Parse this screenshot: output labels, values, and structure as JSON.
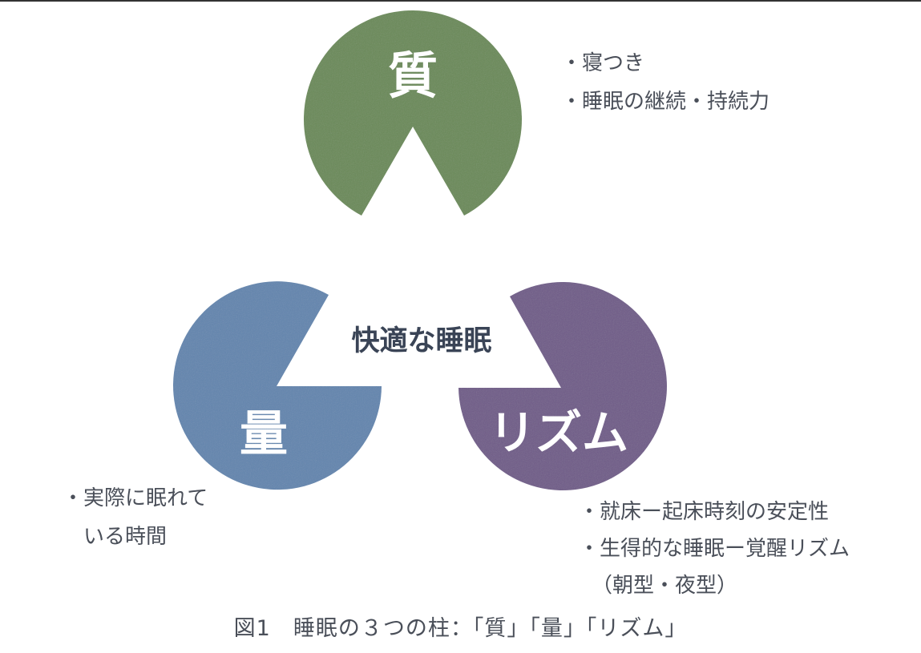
{
  "diagram": {
    "center_label": "快適な睡眠",
    "pillars": [
      {
        "label": "質",
        "color": "#6a8a58",
        "notes": [
          "・寝つき",
          "・睡眠の継続・持続力"
        ]
      },
      {
        "label": "量",
        "color": "#6285ae",
        "notes": [
          "・実際に眠れて",
          "いる時間"
        ]
      },
      {
        "label": "リズム",
        "color": "#6f5c88",
        "notes": [
          "・就床ー起床時刻の安定性",
          "・生得的な睡眠ー覚醒リズム",
          "（朝型・夜型）"
        ]
      }
    ]
  },
  "caption": "図1　睡眠の３つの柱：「質」「量」「リズム」"
}
